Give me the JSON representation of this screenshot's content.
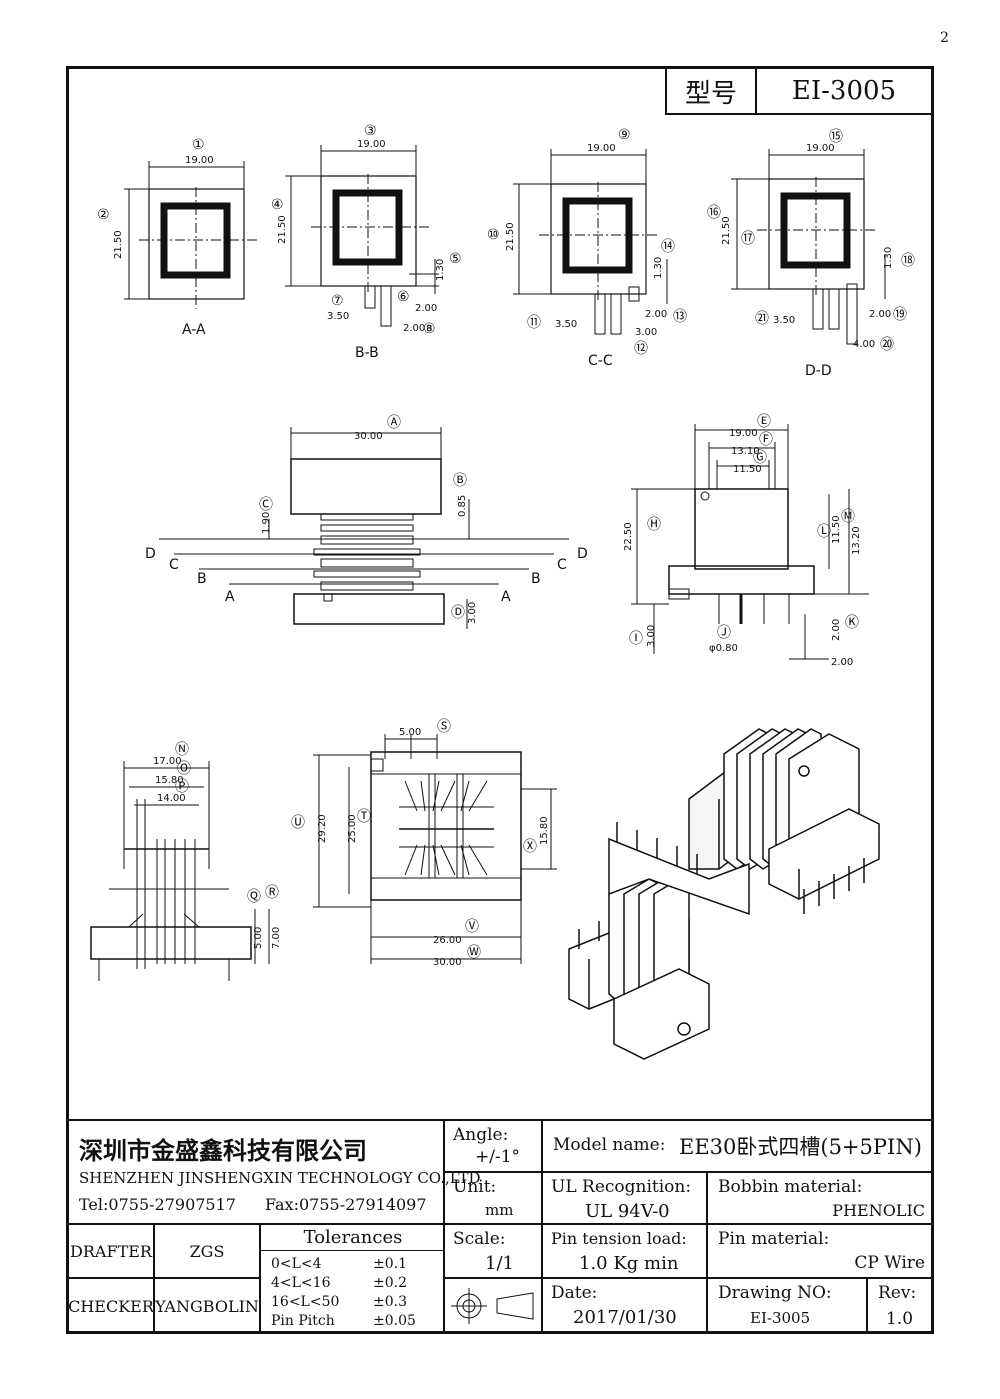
{
  "page_number": "2",
  "header": {
    "model_label": "型号",
    "model_value": "EI-3005"
  },
  "views": {
    "aa": {
      "title": "A-A",
      "w": "19.00",
      "h": "21.50",
      "n1": "①",
      "n2": "②"
    },
    "bb": {
      "title": "B-B",
      "w": "19.00",
      "h": "21.50",
      "n3": "③",
      "n4": "④",
      "n5": "⑤",
      "n6": "⑥",
      "n7": "⑦",
      "n8": "⑧",
      "d130": "1.30",
      "d200a": "2.00",
      "d350": "3.50",
      "d200b": "2.00"
    },
    "cc": {
      "title": "C-C",
      "w": "19.00",
      "h": "21.50",
      "n9": "⑨",
      "n10": "⑩",
      "n11": "⑪",
      "n12": "⑫",
      "n13": "⑬",
      "n14": "⑭",
      "d130": "1.30",
      "d200": "2.00",
      "d350": "3.50",
      "d300": "3.00"
    },
    "dd": {
      "title": "D-D",
      "w": "19.00",
      "h": "21.50",
      "n15": "⑮",
      "n16": "⑯",
      "n17": "⑰",
      "n18": "⑱",
      "n19": "⑲",
      "n20": "⑳",
      "n21": "㉑",
      "d130": "1.30",
      "d200": "2.00",
      "d350": "3.50",
      "d400": "4.00"
    },
    "front": {
      "w": "30.00",
      "d185": "1.90",
      "d085": "0.85",
      "d300": "3.00",
      "A": "Ⓐ",
      "B": "Ⓑ",
      "C": "Ⓒ",
      "D": "Ⓓ",
      "secA": "A",
      "secB": "B",
      "secC": "C",
      "secD": "D"
    },
    "side": {
      "w1": "19.00",
      "w2": "13.10",
      "w3": "11.50",
      "h1": "22.50",
      "h2": "11.50",
      "h3": "13.20",
      "p1": "3.00",
      "pin": "φ0.80",
      "p2": "2.00",
      "p3": "2.00",
      "E": "Ⓔ",
      "F": "Ⓕ",
      "G": "Ⓖ",
      "H": "Ⓗ",
      "I": "Ⓘ",
      "J": "Ⓙ",
      "K": "Ⓚ",
      "L": "Ⓛ",
      "M": "Ⓜ"
    },
    "end": {
      "w1": "17.00",
      "w2": "15.80",
      "w3": "14.00",
      "h1": "5.00",
      "h2": "7.00",
      "N": "Ⓝ",
      "O": "Ⓞ",
      "P": "Ⓟ",
      "Q": "Ⓠ",
      "R": "Ⓡ"
    },
    "top": {
      "pitch": "5.00",
      "h1": "29.20",
      "h2": "25.00",
      "h3": "15.80",
      "w1": "26.00",
      "w2": "30.00",
      "S": "Ⓢ",
      "T": "Ⓣ",
      "U": "Ⓤ",
      "V": "Ⓥ",
      "W": "Ⓦ",
      "X": "Ⓧ"
    }
  },
  "title_block": {
    "company_cn": "深圳市金盛鑫科技有限公司",
    "company_en": "SHENZHEN JINSHENGXIN TECHNOLOGY CO.,LTD",
    "tel": "Tel:0755-27907517",
    "fax": "Fax:0755-27914097",
    "angle_label": "Angle:",
    "angle_value": "+/-1°",
    "unit_label": "Unit:",
    "unit_value": "mm",
    "scale_label": "Scale:",
    "scale_value": "1/1",
    "model_name_label": "Model name:",
    "model_name_value": "EE30卧式四槽(5+5PIN)",
    "ul_label": "UL Recognition:",
    "ul_value": "UL 94V-0",
    "bobbin_label": "Bobbin material:",
    "bobbin_value": "PHENOLIC",
    "pin_tension_label": "Pin tension load:",
    "pin_tension_value": "1.0 Kg min",
    "pin_material_label": "Pin material:",
    "pin_material_value": "CP Wire",
    "date_label": "Date:",
    "date_value": "2017/01/30",
    "drawing_no_label": "Drawing NO:",
    "drawing_no_value": "EI-3005",
    "rev_label": "Rev:",
    "rev_value": "1.0",
    "drafter_label": "DRAFTER",
    "drafter_value": "ZGS",
    "checker_label": "CHECKER",
    "checker_value": "YANGBOLIN",
    "tolerances_title": "Tolerances",
    "tolerances": [
      {
        "range": "0<L<4",
        "tol": "±0.1"
      },
      {
        "range": "4<L<16",
        "tol": "±0.2"
      },
      {
        "range": "16<L<50",
        "tol": "±0.3"
      },
      {
        "range": "Pin Pitch",
        "tol": "±0.05"
      }
    ]
  }
}
